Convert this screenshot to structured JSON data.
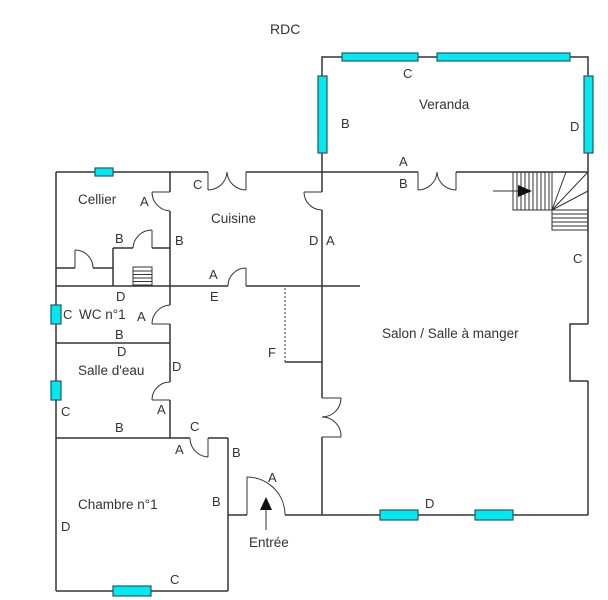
{
  "title": "RDC",
  "colors": {
    "window": "#00e8f0",
    "wall": "#333333",
    "background": "#ffffff"
  },
  "rooms": {
    "veranda": "Veranda",
    "cellier": "Cellier",
    "cuisine": "Cuisine",
    "wc": "WC n°1",
    "salle_eau": "Salle d'eau",
    "salon": "Salon / Salle à manger",
    "chambre": "Chambre n°1",
    "entree": "Entrée"
  },
  "wall_labels": {
    "veranda_c": "C",
    "veranda_b": "B",
    "veranda_d": "D",
    "veranda_a": "A",
    "salon_b": "B",
    "salon_c": "C",
    "salon_d": "D",
    "salon_a": "A",
    "cuisine_c": "C",
    "cuisine_b": "B",
    "cuisine_d": "D",
    "cuisine_a": "A",
    "cellier_a": "A",
    "cellier_b": "B",
    "cellier_d": "D",
    "hall_e": "E",
    "hall_f": "F",
    "wc_c": "C",
    "wc_a": "A",
    "wc_b": "B",
    "se_d_top": "D",
    "se_d_right": "D",
    "se_c": "C",
    "se_a": "A",
    "se_b": "B",
    "ch_c_top": "C",
    "ch_a": "A",
    "ch_b_top": "B",
    "ch_b": "B",
    "ch_d": "D",
    "ch_c": "C",
    "entree_a": "A"
  }
}
